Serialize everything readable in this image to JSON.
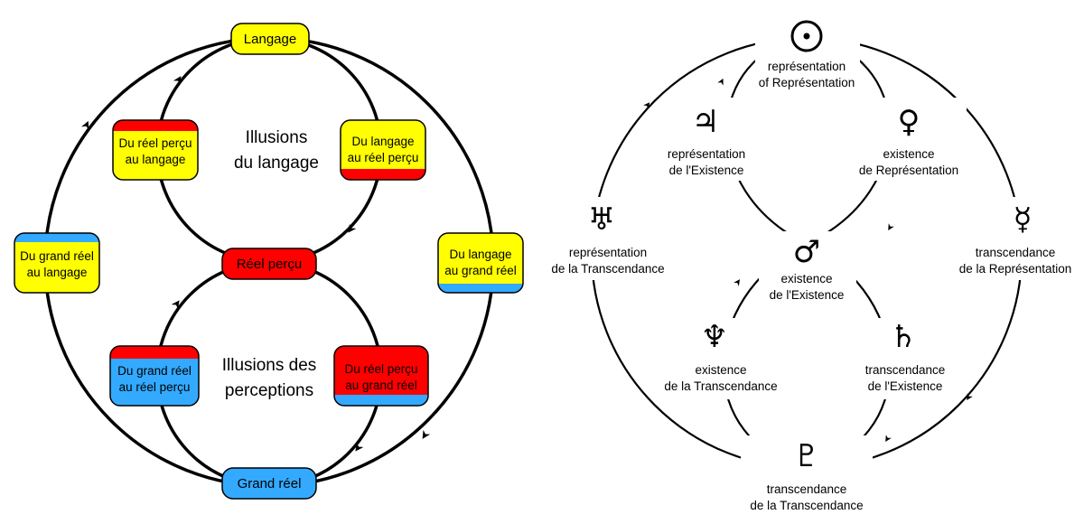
{
  "left": {
    "nodes": {
      "langage": "Langage",
      "reel_percu": "Réel perçu",
      "grand_reel": "Grand réel"
    },
    "boxes": {
      "reel_percu_langage": [
        "Du réel perçu",
        "au langage"
      ],
      "langage_reel_percu": [
        "Du langage",
        "au réel perçu"
      ],
      "grand_reel_langage": [
        "Du grand réel",
        "au langage"
      ],
      "langage_grand_reel": [
        "Du langage",
        "au grand réel"
      ],
      "grand_reel_reel_percu": [
        "Du grand réel",
        "au réel perçu"
      ],
      "reel_percu_grand_reel": [
        "Du réel perçu",
        "au grand réel"
      ]
    },
    "titles": {
      "illusions_langage": [
        "Illusions",
        "du langage"
      ],
      "illusions_perceptions": [
        "Illusions des",
        "perceptions"
      ]
    },
    "colors": {
      "yellow": "#ffff00",
      "red": "#ff0000",
      "blue": "#33aaff"
    }
  },
  "right": {
    "top": {
      "symbol": "☉",
      "lines": [
        "représentation",
        "of Représentation"
      ]
    },
    "jupiter": {
      "symbol": "♃",
      "lines": [
        "représentation",
        "de l'Existence"
      ]
    },
    "venus": {
      "symbol": "♀",
      "lines": [
        "existence",
        "de Représentation"
      ]
    },
    "uranus": {
      "symbol": "♅",
      "lines": [
        "représentation",
        "de la Transcendance"
      ]
    },
    "mercury": {
      "symbol": "☿",
      "lines": [
        "transcendance",
        "de la Représentation"
      ]
    },
    "mars": {
      "symbol": "♂",
      "lines": [
        "existence",
        "de l'Existence"
      ]
    },
    "neptune": {
      "symbol": "♆",
      "lines": [
        "existence",
        "de la Transcendance"
      ]
    },
    "saturn": {
      "symbol": "♄",
      "lines": [
        "transcendance",
        "de l'Existence"
      ]
    },
    "pluto": {
      "symbol": "♇",
      "lines": [
        "transcendance",
        "de la Transcendance"
      ]
    }
  }
}
